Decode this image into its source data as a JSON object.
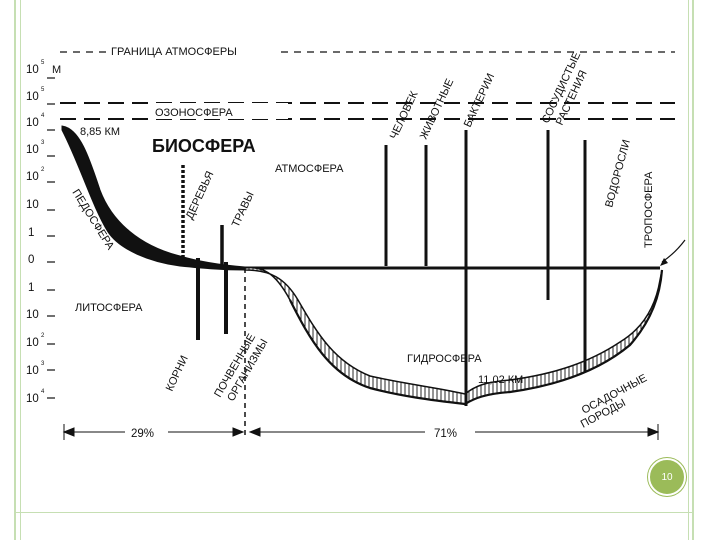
{
  "slide": {
    "page_number": "10",
    "accent_color": "#9bbb59",
    "frame_color": "#c6dfb3"
  },
  "diagram": {
    "boundary_label": "ГРАНИЦА АТМОСФЕРЫ",
    "unit_label": "М",
    "ozonosphere": "ОЗОНОСФЕРА",
    "biosphere": "БИОСФЕРА",
    "atmosphere": "АТМОСФЕРА",
    "height_label": "8,85 КМ",
    "pedosphere": "ПЕДОСФЕРА",
    "trees": "ДЕРЕВЬЯ",
    "grasses": "ТРАВЫ",
    "human": "ЧЕЛОВЕК",
    "animals": "ЖИВОТНЫЕ",
    "bacteria": "БАКТЕРИИ",
    "vascular_line1": "СОСУДИСТЫЕ",
    "vascular_line2": "РАСТЕНИЯ",
    "algae": "ВОДОРОСЛИ",
    "troposphere": "ТРОПОСФЕРА",
    "lithosphere": "ЛИТОСФЕРА",
    "roots": "КОРНИ",
    "soil_line1": "ПОЧВЕННЫЕ",
    "soil_line2": "ОРГАНИЗМЫ",
    "hydrosphere": "ГИДРОСФЕРА",
    "depth_label": "11,02 КМ",
    "sediment_line1": "ОСАДОЧНЫЕ",
    "sediment_line2": "ПОРОДЫ",
    "land_percent": "29%",
    "ocean_percent": "71%",
    "axis_ticks": [
      {
        "base": "10",
        "exp": "5"
      },
      {
        "base": "10",
        "exp": "5"
      },
      {
        "base": "10",
        "exp": "4"
      },
      {
        "base": "10",
        "exp": "3"
      },
      {
        "base": "10",
        "exp": "2"
      },
      {
        "base": "10",
        "exp": ""
      },
      {
        "base": "1",
        "exp": ""
      },
      {
        "base": "0",
        "exp": ""
      },
      {
        "base": "1",
        "exp": ""
      },
      {
        "base": "10",
        "exp": ""
      },
      {
        "base": "10",
        "exp": "2"
      },
      {
        "base": "10",
        "exp": "3"
      },
      {
        "base": "10",
        "exp": "4"
      }
    ]
  }
}
